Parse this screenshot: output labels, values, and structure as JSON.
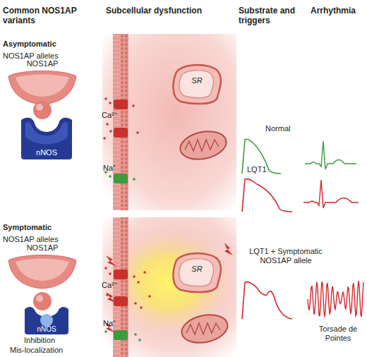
{
  "diagram": {
    "nodes": [
      {
        "text": [
          "NOS1AP"
        ]
      },
      {
        "text": [
          "nNOS"
        ]
      },
      {
        "text": [
          "SR"
        ]
      },
      {
        "text": [
          "NOS1AP"
        ]
      },
      {
        "text": [
          "nNOS"
        ]
      },
      {
        "text": [
          "SR"
        ]
      }
    ],
    "labels": [
      "Common NOS1AP variants",
      "Subcellular dysfunction",
      "Substrate and triggers",
      "Arrhythmia",
      "Asymptomatic",
      "NOS1AP alleles",
      "Ca²⁺",
      "Na⁺",
      "Normal",
      "LQT1",
      "Symptomatic",
      "NOS1AP alleles",
      "Inhibition",
      "Mis-localization",
      "Ca²⁺",
      "Na⁺",
      "LQT1 + Symptomatic NOS1AP allele",
      "Torsade de Pointes"
    ]
  }
}
